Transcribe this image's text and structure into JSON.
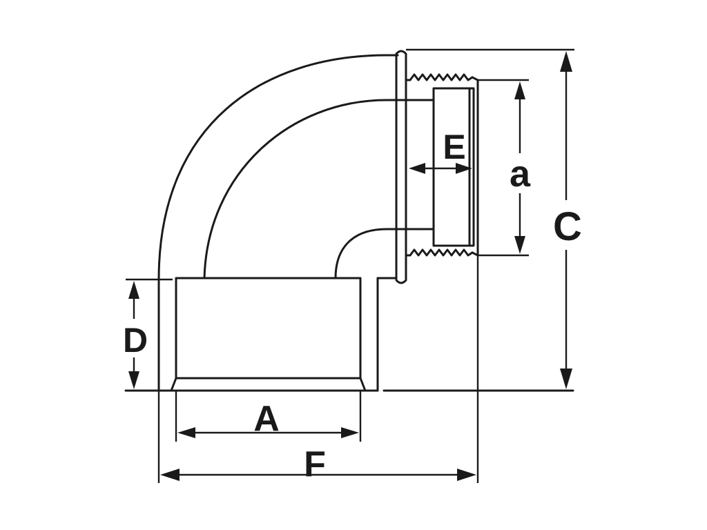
{
  "labels": {
    "A": "A",
    "C": "C",
    "D": "D",
    "E": "E",
    "F": "F",
    "a": "a"
  },
  "colors": {
    "line": "#1a1a1a",
    "background": "#ffffff"
  }
}
